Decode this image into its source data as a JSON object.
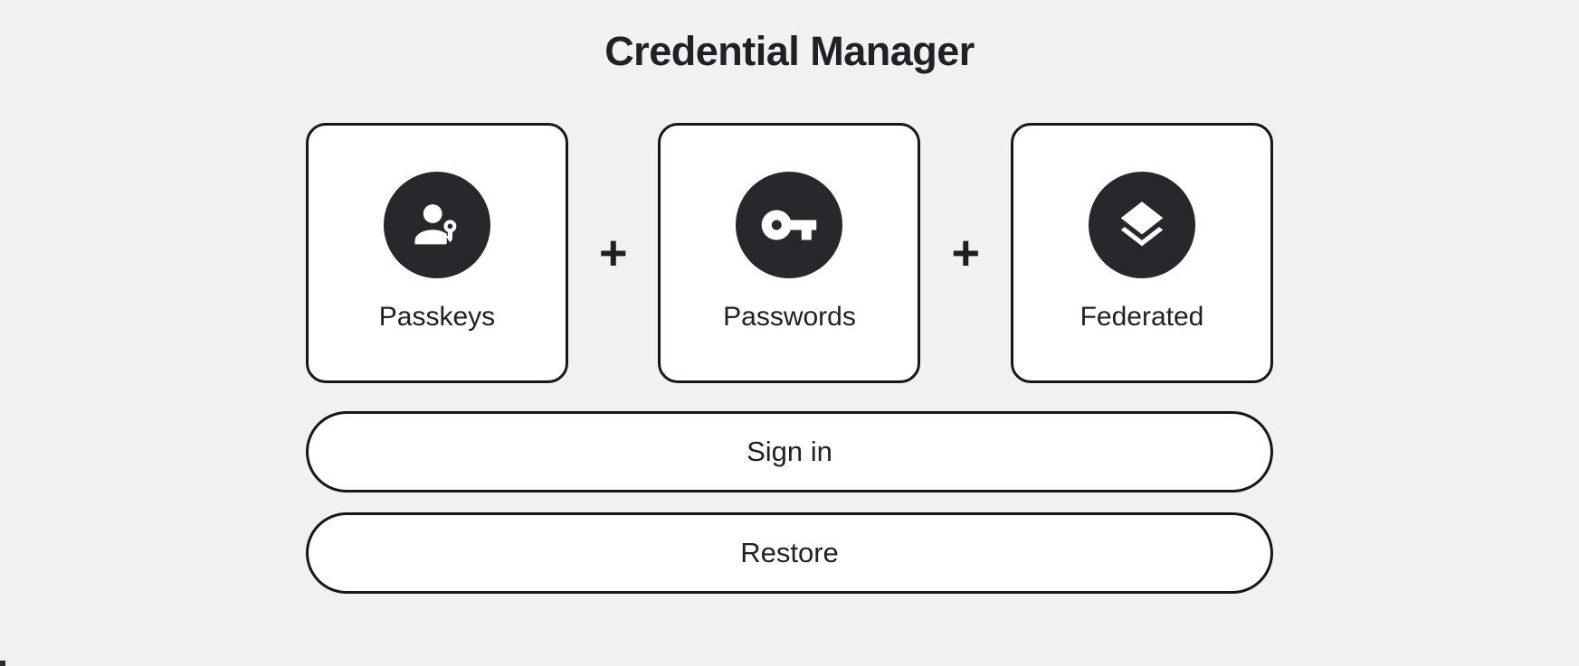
{
  "header": {
    "title": "Credential Manager"
  },
  "credential_types": [
    {
      "label": "Passkeys",
      "icon": "passkey-icon"
    },
    {
      "label": "Passwords",
      "icon": "password-key-icon"
    },
    {
      "label": "Federated",
      "icon": "federated-layers-icon"
    }
  ],
  "separators": {
    "plus": "+"
  },
  "actions": [
    {
      "label": "Sign in"
    },
    {
      "label": "Restore"
    }
  ],
  "colors": {
    "background": "#f1f1f2",
    "card_background": "#ffffff",
    "outline": "#15171a",
    "icon_circle": "#26282b",
    "text": "#202124"
  }
}
